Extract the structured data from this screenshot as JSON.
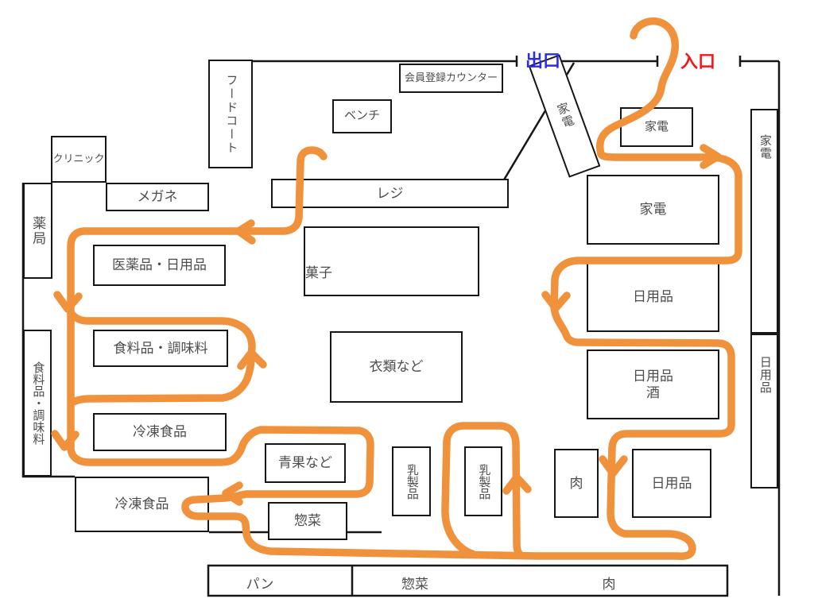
{
  "title": "supermarket floor plan with hand-drawn shopping route",
  "exit": {
    "label": "出口",
    "color": "#2b2bec"
  },
  "entrance": {
    "label": "入口",
    "color": "#f81414"
  },
  "route": {
    "color": "#f0913c",
    "description": "orange hand-drawn route from entrance (top right) winding through aisles to the registers/exit",
    "arrow_count": 9
  },
  "wall_color": "#161616",
  "areas": {
    "foodcourt": {
      "label": "フードコート"
    },
    "clinic": {
      "label": "クリニック"
    },
    "glasses": {
      "label": "メガネ"
    },
    "pharmacy": {
      "label": "薬局"
    },
    "med_daily": {
      "label": "医薬品・日用品"
    },
    "food_v": {
      "label": "食料品・調味料"
    },
    "food_h": {
      "label": "食料品・調味料"
    },
    "frozen1": {
      "label": "冷凍食品"
    },
    "frozen2": {
      "label": "冷凍食品"
    },
    "member": {
      "label": "会員登録カウンター"
    },
    "bench": {
      "label": "ベンチ"
    },
    "register": {
      "label": "レジ"
    },
    "sweets": {
      "label": "菓子"
    },
    "clothing": {
      "label": "衣類など"
    },
    "produce": {
      "label": "青果など"
    },
    "deli_box": {
      "label": "惣菜"
    },
    "dairy1": {
      "label": "乳製品"
    },
    "dairy2": {
      "label": "乳製品"
    },
    "meat_box": {
      "label": "肉"
    },
    "daily_btm": {
      "label": "日用品"
    },
    "daily_sake": {
      "label": "日用品\n酒"
    },
    "daily_mid": {
      "label": "日用品"
    },
    "appl_big": {
      "label": "家電"
    },
    "appl_small": {
      "label": "家電"
    },
    "appl_diag": {
      "label": "家電"
    },
    "appl_col": {
      "label": "家電"
    },
    "daily_col": {
      "label": "日用品"
    },
    "strip_pan": {
      "label": "パン"
    },
    "strip_deli": {
      "label": "惣菜"
    },
    "strip_meat": {
      "label": "肉"
    }
  }
}
